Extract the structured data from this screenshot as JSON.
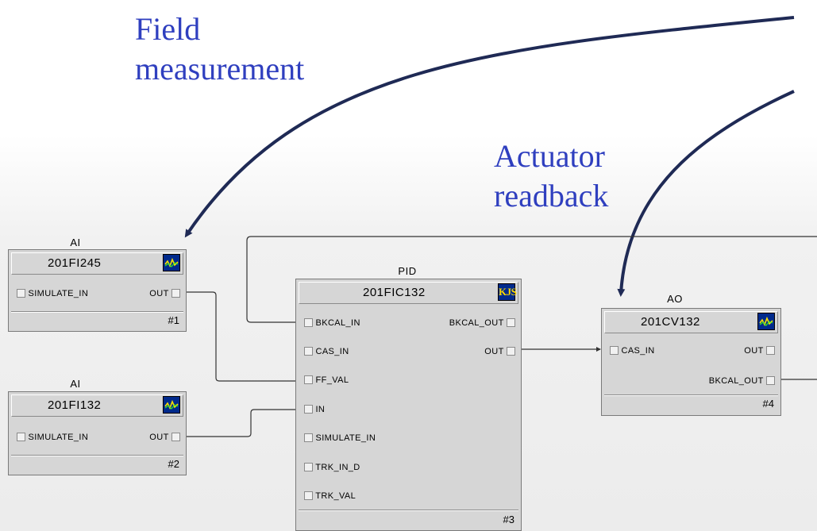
{
  "annotations": {
    "field_measurement": [
      "Field",
      "measurement"
    ],
    "actuator_readback": [
      "Actuator",
      "readback"
    ]
  },
  "colors": {
    "annotation": "#2f3fbf",
    "arrow": "#1f2a55",
    "block_fill": "#d6d6d6"
  },
  "blocks": {
    "ai1": {
      "type": "AI",
      "tag": "201FI245",
      "icon": "trend-icon",
      "inputs": [
        "SIMULATE_IN"
      ],
      "outputs": [
        "OUT"
      ],
      "number": "#1"
    },
    "ai2": {
      "type": "AI",
      "tag": "201FI132",
      "icon": "trend-icon",
      "inputs": [
        "SIMULATE_IN"
      ],
      "outputs": [
        "OUT"
      ],
      "number": "#2"
    },
    "pid": {
      "type": "PID",
      "tag": "201FIC132",
      "icon_text": "KJS",
      "inputs": [
        "BKCAL_IN",
        "CAS_IN",
        "FF_VAL",
        "IN",
        "SIMULATE_IN",
        "TRK_IN_D",
        "TRK_VAL"
      ],
      "outputs": [
        "BKCAL_OUT",
        "OUT"
      ],
      "number": "#3"
    },
    "ao": {
      "type": "AO",
      "tag": "201CV132",
      "icon": "trend-icon",
      "inputs": [
        "CAS_IN"
      ],
      "outputs": [
        "OUT",
        "BKCAL_OUT"
      ],
      "number": "#4"
    }
  }
}
